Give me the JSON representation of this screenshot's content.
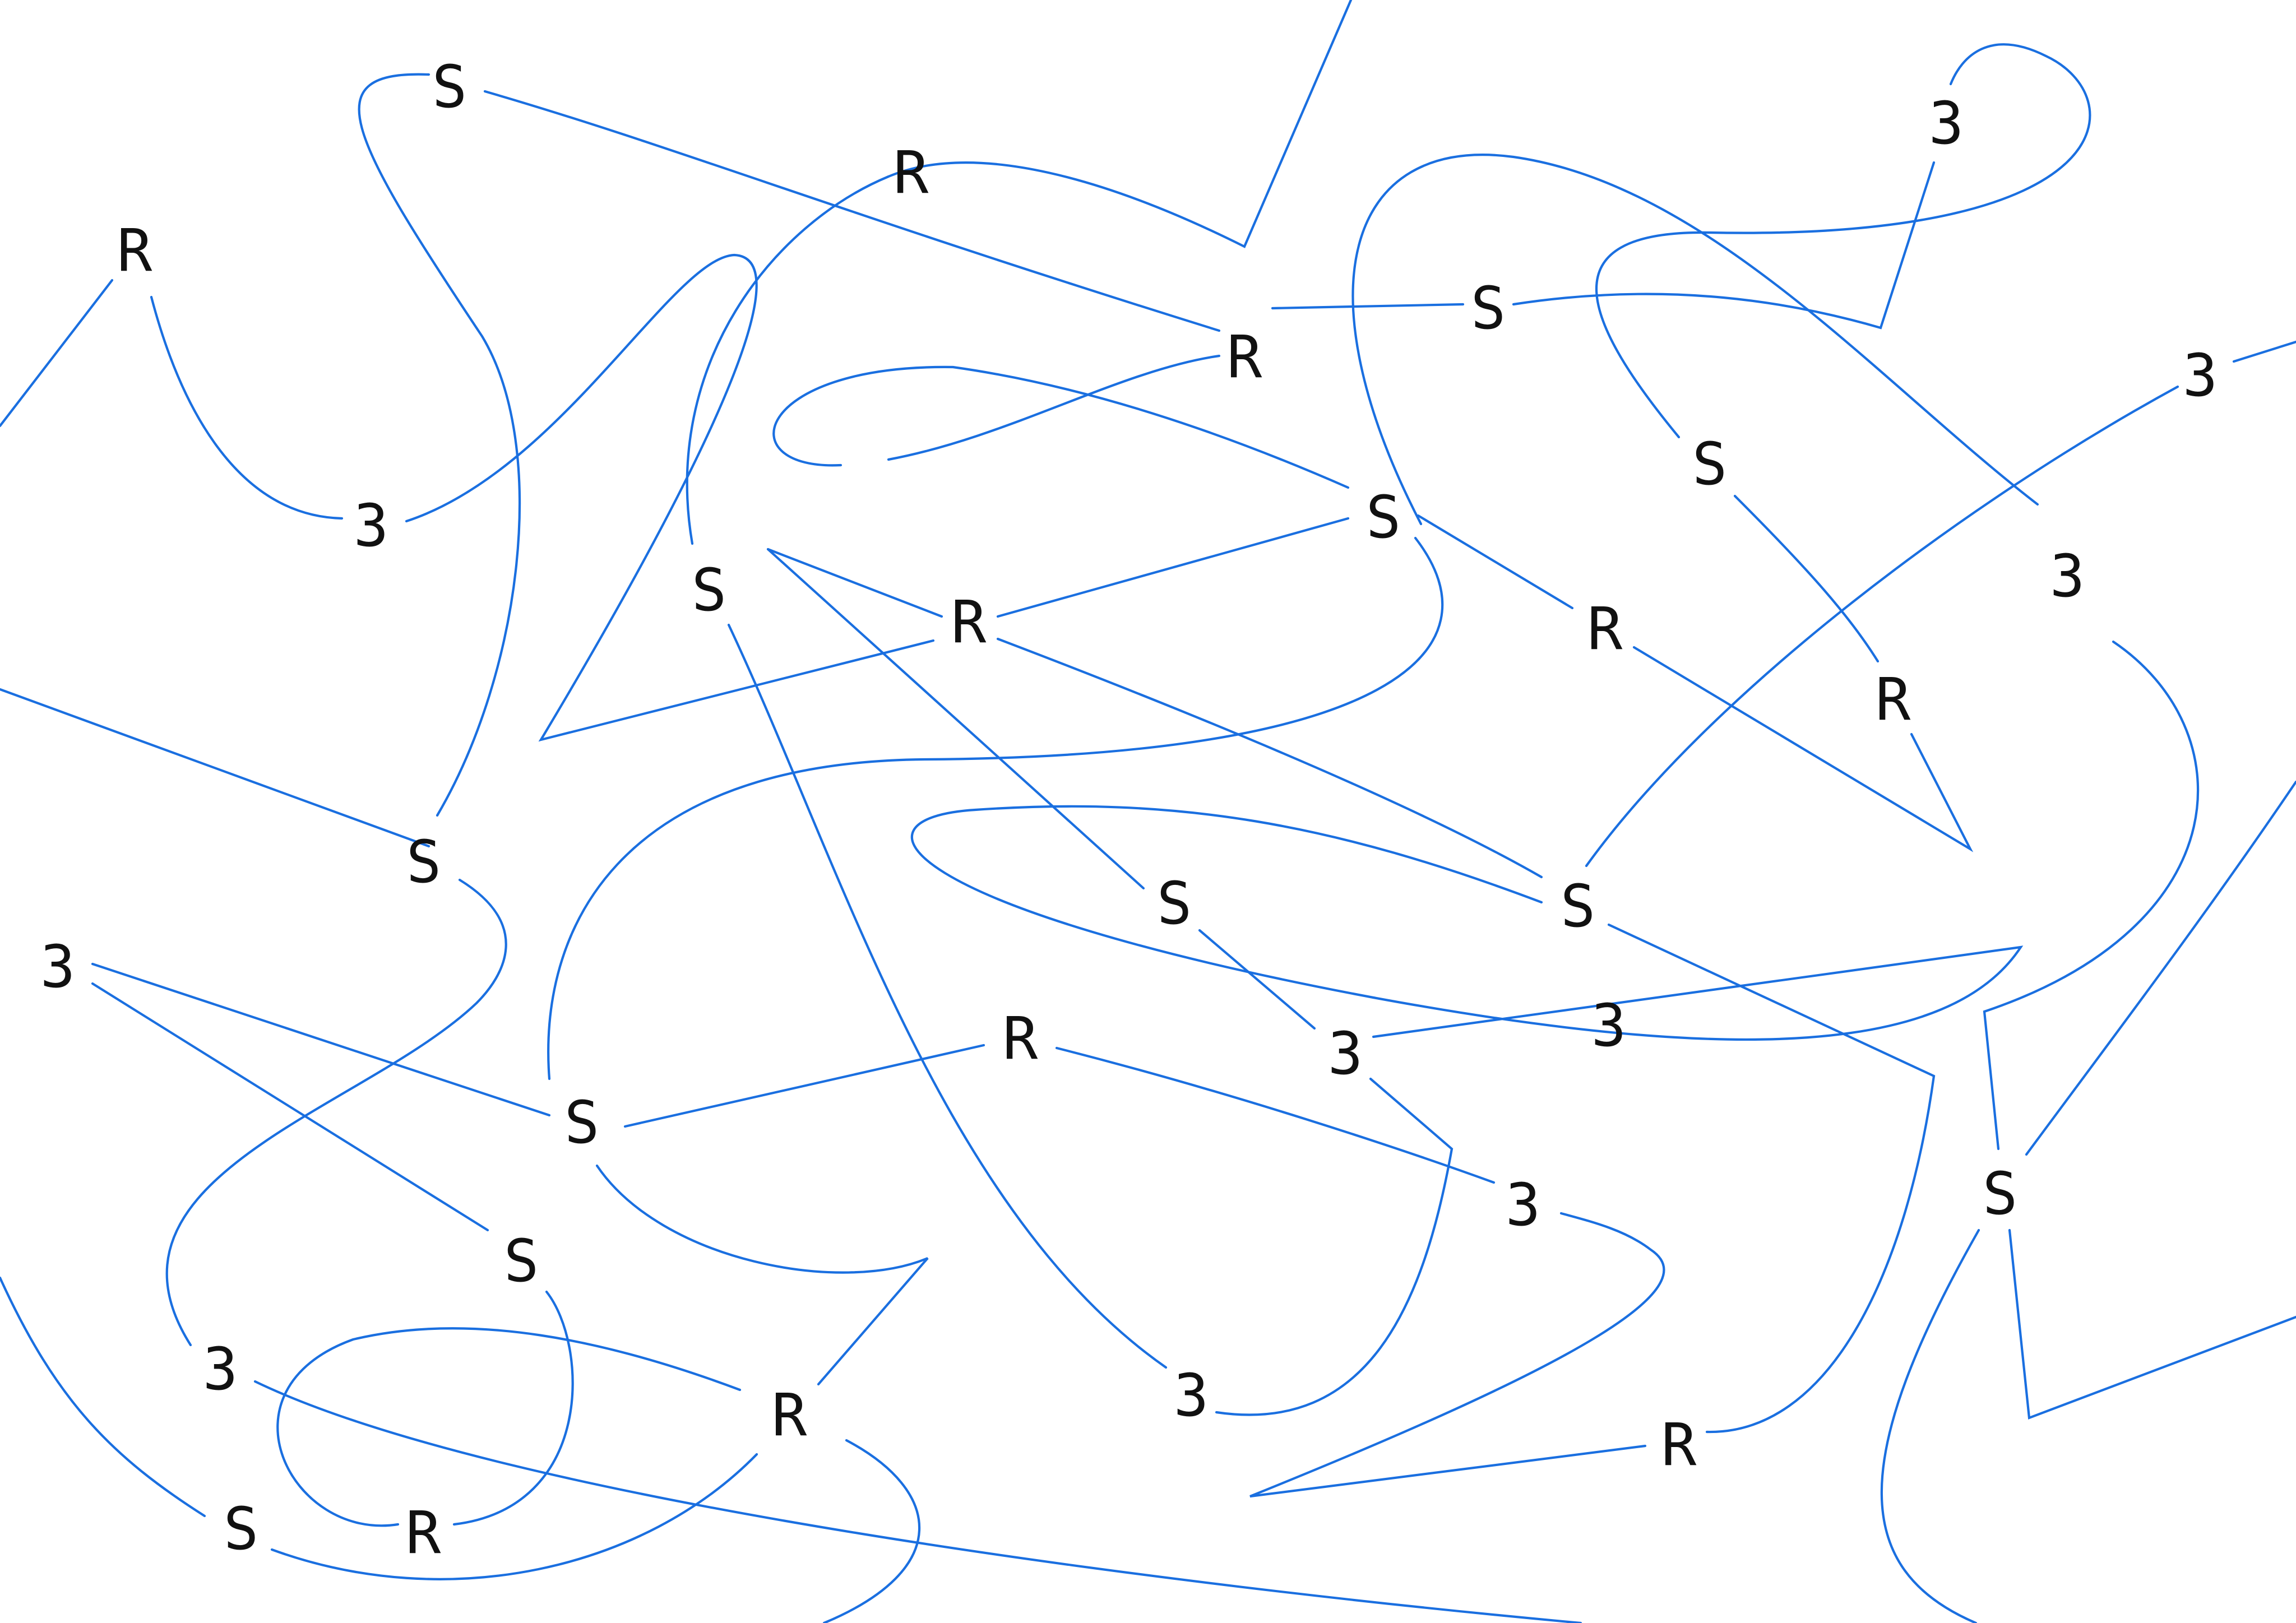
{
  "style": {
    "edge_color": "#1a6fe0",
    "label_color": "#111111",
    "background": "#ffffff"
  },
  "nodes": [
    {
      "label": "S"
    },
    {
      "label": "R"
    },
    {
      "label": "R"
    },
    {
      "label": "3"
    },
    {
      "label": "3"
    },
    {
      "label": "S"
    },
    {
      "label": "R"
    },
    {
      "label": "3"
    },
    {
      "label": "S"
    },
    {
      "label": "S"
    },
    {
      "label": "S"
    },
    {
      "label": "R"
    },
    {
      "label": "R"
    },
    {
      "label": "S"
    },
    {
      "label": "3"
    },
    {
      "label": "R"
    },
    {
      "label": "S"
    },
    {
      "label": "S"
    },
    {
      "label": "3"
    },
    {
      "label": "3"
    },
    {
      "label": "R"
    },
    {
      "label": "S"
    },
    {
      "label": "3"
    },
    {
      "label": "S"
    },
    {
      "label": "S"
    },
    {
      "label": "3"
    },
    {
      "label": "3"
    },
    {
      "label": "R"
    },
    {
      "label": "R"
    },
    {
      "label": "S"
    },
    {
      "label": "R"
    },
    {
      "label": "3"
    }
  ]
}
